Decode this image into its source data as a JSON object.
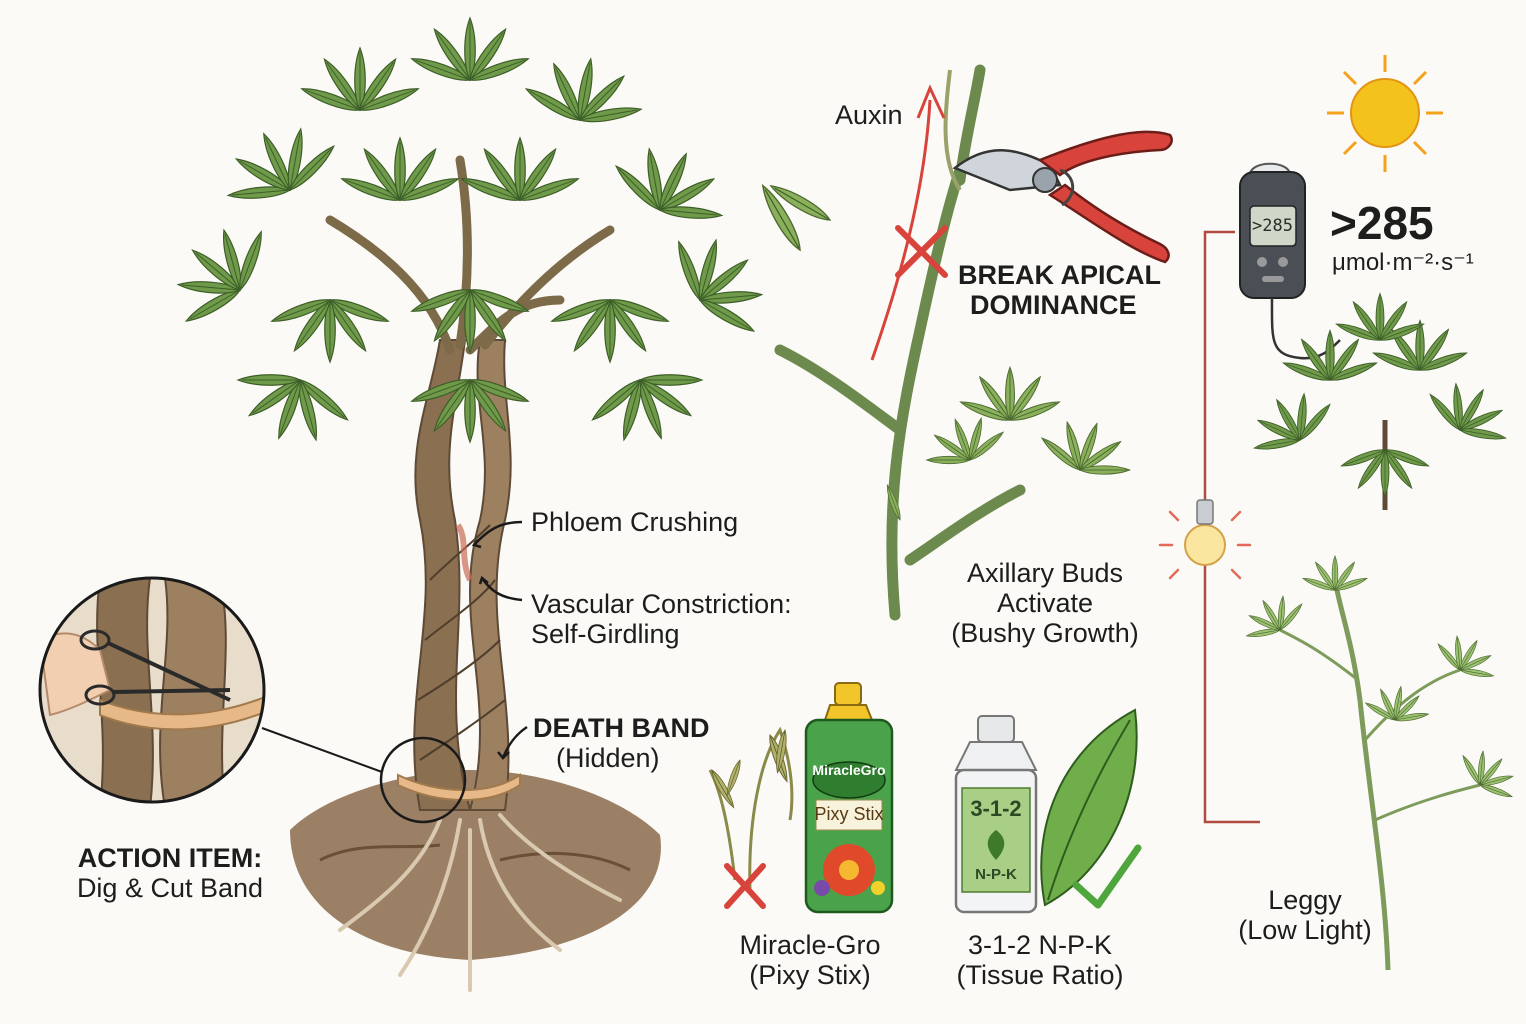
{
  "tree": {
    "phloem_label": "Phloem Crushing",
    "vascular_label_line1": "Vascular Constriction:",
    "vascular_label_line2": "Self-Girdling",
    "death_band_line1": "DEATH BAND",
    "death_band_line2": "(Hidden)",
    "action_line1": "ACTION ITEM:",
    "action_line2": "Dig & Cut Band"
  },
  "pruning": {
    "auxin_label": "Auxin",
    "break_line1": "BREAK APICAL",
    "break_line2": "DOMINANCE",
    "axillary_line1": "Axillary Buds",
    "axillary_line2": "Activate",
    "axillary_line3": "(Bushy Growth)"
  },
  "fertilizer": {
    "bad_bottle_brand": "MiracleGro",
    "bad_bottle_product": "Pixy Stix",
    "bad_line1": "Miracle-Gro",
    "bad_line2": "(Pixy Stix)",
    "good_bottle_ratio": "3-1-2",
    "good_bottle_npk": "N-P-K",
    "good_line1": "3-1-2 N-P-K",
    "good_line2": "(Tissue Ratio)"
  },
  "light": {
    "meter_display": ">285",
    "value": ">285",
    "unit": "μmol·m⁻²·s⁻¹",
    "leggy_line1": "Leggy",
    "leggy_line2": "(Low Light)"
  },
  "colors": {
    "leaf": "#6f9a4a",
    "trunk": "#8a6f50",
    "soil": "#8a6a4c",
    "red": "#d8443c",
    "green_check": "#4ea63c",
    "sun": "#f4c21c"
  }
}
